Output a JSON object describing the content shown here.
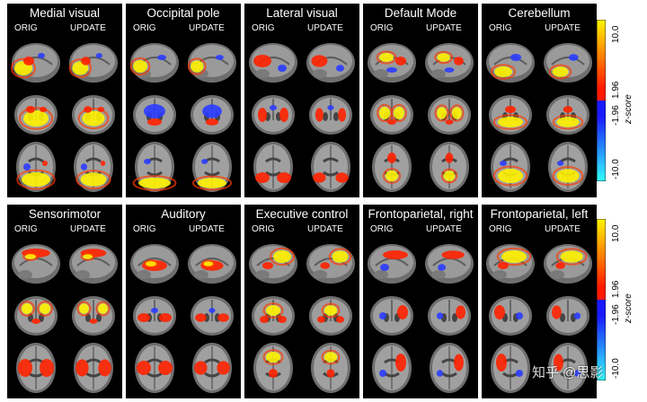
{
  "panels": [
    {
      "title": "Medial visual",
      "col_left": "ORIG",
      "col_right": "UPDATE",
      "pattern": "visual-medial"
    },
    {
      "title": "Occipital pole",
      "col_left": "ORIG",
      "col_right": "UPDATE",
      "pattern": "occipital"
    },
    {
      "title": "Lateral visual",
      "col_left": "ORIG",
      "col_right": "UPDATE",
      "pattern": "visual-lateral"
    },
    {
      "title": "Default Mode",
      "col_left": "ORIG",
      "col_right": "UPDATE",
      "pattern": "default"
    },
    {
      "title": "Cerebellum",
      "col_left": "ORIG",
      "col_right": "UPDATE",
      "pattern": "cerebellum"
    },
    {
      "title": "Sensorimotor",
      "col_left": "ORIG",
      "col_right": "UPDATE",
      "pattern": "sensorimotor"
    },
    {
      "title": "Auditory",
      "col_left": "ORIG",
      "col_right": "UPDATE",
      "pattern": "auditory"
    },
    {
      "title": "Executive control",
      "col_left": "ORIG",
      "col_right": "UPDATE",
      "pattern": "executive"
    },
    {
      "title": "Frontoparietal, right",
      "col_left": "ORIG",
      "col_right": "UPDATE",
      "pattern": "fp-right"
    },
    {
      "title": "Frontoparietal, left",
      "col_left": "ORIG",
      "col_right": "UPDATE",
      "pattern": "fp-left"
    }
  ],
  "colorbar": {
    "ticks": [
      "10.0",
      "1.96",
      "-1.96",
      "-10.0"
    ],
    "axis_label": "z-score",
    "colors": {
      "pos_max": "#fff500",
      "pos_min": "#ff1a00",
      "neg_min": "#1a1aff",
      "neg_max": "#33ffff"
    }
  },
  "watermark": "知乎 @思影"
}
